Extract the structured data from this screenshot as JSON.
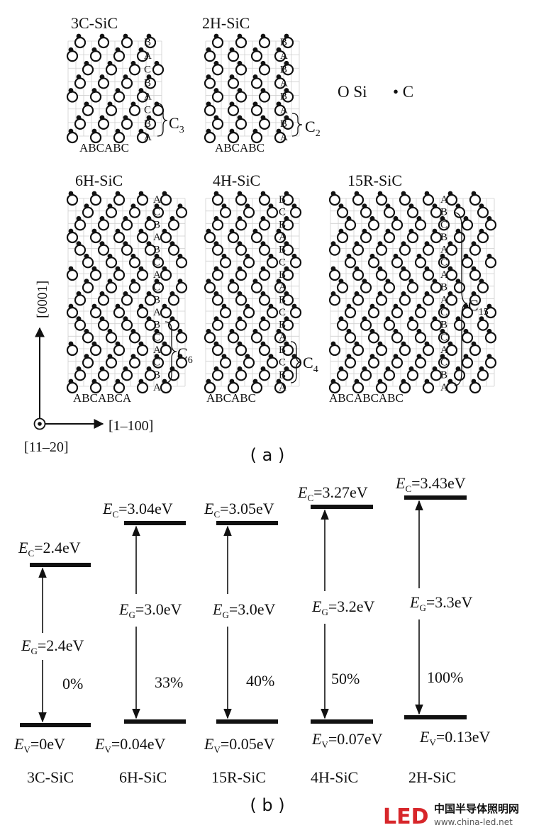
{
  "panel_a": {
    "legend": {
      "si": "O Si",
      "c": "• C"
    },
    "polytypes": [
      {
        "name": "3C-SiC",
        "stack": "BACBACBA",
        "bottom": "ABCABC",
        "period": {
          "letter": "C",
          "sub": "3"
        },
        "rows": 8
      },
      {
        "name": "2H-SiC",
        "stack": "BABABABA",
        "bottom": "ABCABC",
        "period": {
          "letter": "C",
          "sub": "2"
        },
        "rows": 8
      },
      {
        "name": "6H-SiC",
        "stack": "ACBABCACBABCACBA",
        "bottom": "ABCABCA",
        "period": {
          "letter": "C",
          "sub": "6"
        },
        "rows": 16
      },
      {
        "name": "4H-SiC",
        "stack": "BCBABCBABCBABCBA",
        "bottom": "ABCABC",
        "period": {
          "letter": "C",
          "sub": "4"
        },
        "rows": 16
      },
      {
        "name": "15R-SiC",
        "stack": "ABCBACABACBCACBA",
        "bottom": "ABCABCABC",
        "period": {
          "letter": "C",
          "sub": "15"
        },
        "rows": 16
      }
    ],
    "axes": {
      "up": "[0001]",
      "right": "[1–100]",
      "out": "[11–20]"
    },
    "caption": "( a )"
  },
  "panel_b": {
    "caption": "( b )",
    "polytypes": [
      {
        "name": "3C-SiC",
        "ec": "=2.4eV",
        "eg": "=2.4eV",
        "ev": "=0eV",
        "pct": "0%"
      },
      {
        "name": "6H-SiC",
        "ec": "=3.04eV",
        "eg": "=3.0eV",
        "ev": "=0.04eV",
        "pct": "33%"
      },
      {
        "name": "15R-SiC",
        "ec": "=3.05eV",
        "eg": "=3.0eV",
        "ev": "=0.05eV",
        "pct": "40%"
      },
      {
        "name": "4H-SiC",
        "ec": "=3.27eV",
        "eg": "=3.2eV",
        "ev": "=0.07eV",
        "pct": "50%"
      },
      {
        "name": "2H-SiC",
        "ec": "=3.43eV",
        "eg": "=3.3eV",
        "ev": "=0.13eV",
        "pct": "100%"
      }
    ],
    "symbols": {
      "E": "E",
      "C": "C",
      "G": "G",
      "V": "V"
    }
  },
  "watermark": {
    "logo": "LED",
    "cn": "中国半导体照明网",
    "url": "www.china-led.net",
    "brand_colors": [
      "#d7262a",
      "#f5a623",
      "#1c5fae"
    ]
  }
}
